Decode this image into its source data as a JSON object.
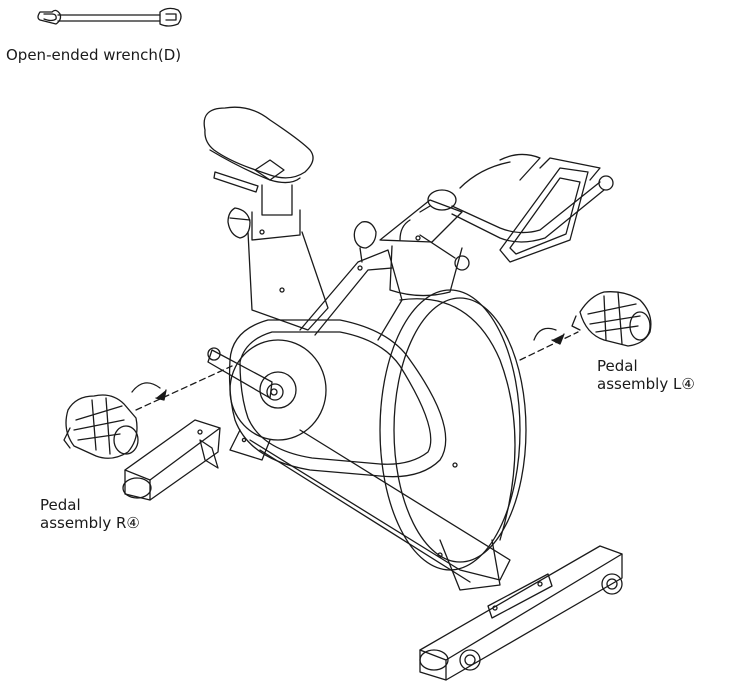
{
  "tool": {
    "icon": "open-ended-wrench-icon",
    "label": "Open-ended wrench(D)"
  },
  "callouts": {
    "pedal_right": {
      "line1": "Pedal",
      "line2": "assembly R④"
    },
    "pedal_left": {
      "line1": "Pedal",
      "line2": "assembly L④"
    }
  },
  "colors": {
    "stroke": "#1a1a1a",
    "background": "#ffffff"
  }
}
